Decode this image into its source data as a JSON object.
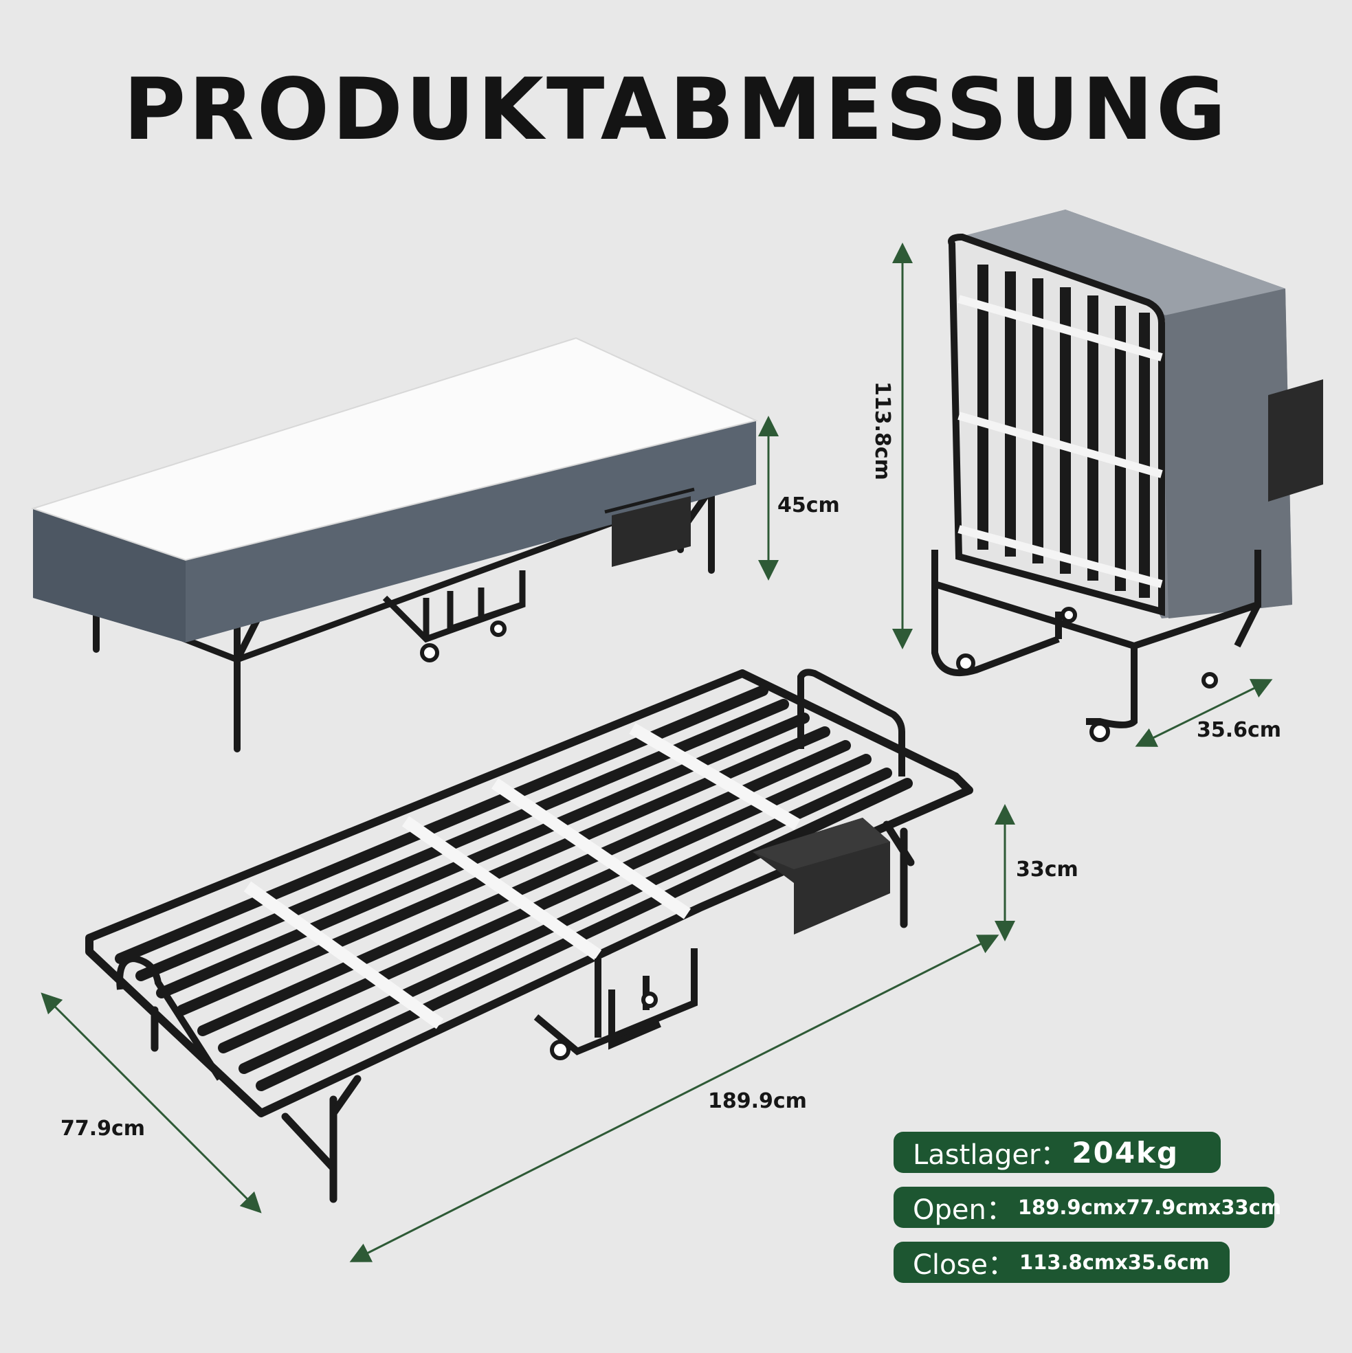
{
  "title": "PRODUKTABMESSUNG",
  "colors": {
    "background": "#e8e8e8",
    "accent_green": "#1d5631",
    "arrow_green": "#2e5a36",
    "frame_black": "#1a1a1a",
    "mattress_top": "#ffffff",
    "mattress_side": "#5a6470"
  },
  "dimensions": {
    "bed_height": "45cm",
    "folded_height": "113.8cm",
    "folded_depth": "35.6cm",
    "frame_height": "33cm",
    "frame_length": "189.9cm",
    "frame_width": "77.9cm"
  },
  "specs": {
    "load": {
      "label": "Lastlager：",
      "value": "204kg"
    },
    "open": {
      "label": "Open：",
      "value": "189.9cmx77.9cmx33cm"
    },
    "close": {
      "label": "Close：",
      "value": "113.8cmx35.6cm"
    }
  }
}
